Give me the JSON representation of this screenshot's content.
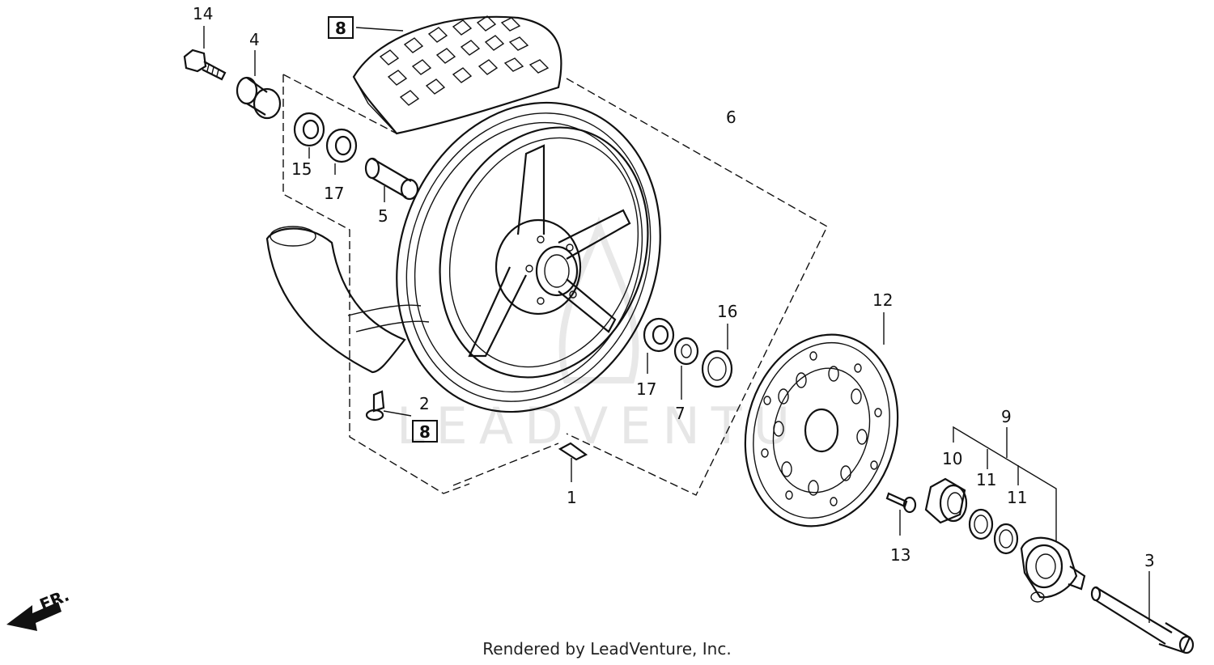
{
  "watermark": "LEADVENTU",
  "credit": "Rendered by LeadVenture, Inc.",
  "direction_label": "FR.",
  "callouts": [
    {
      "id": "1",
      "text": "1"
    },
    {
      "id": "2",
      "text": "2"
    },
    {
      "id": "3",
      "text": "3"
    },
    {
      "id": "4",
      "text": "4"
    },
    {
      "id": "5",
      "text": "5"
    },
    {
      "id": "6",
      "text": "6"
    },
    {
      "id": "7",
      "text": "7"
    },
    {
      "id": "9",
      "text": "9"
    },
    {
      "id": "10",
      "text": "10"
    },
    {
      "id": "11a",
      "text": "11"
    },
    {
      "id": "11b",
      "text": "11"
    },
    {
      "id": "12",
      "text": "12"
    },
    {
      "id": "13",
      "text": "13"
    },
    {
      "id": "14",
      "text": "14"
    },
    {
      "id": "15",
      "text": "15"
    },
    {
      "id": "16",
      "text": "16"
    },
    {
      "id": "17a",
      "text": "17"
    },
    {
      "id": "17b",
      "text": "17"
    }
  ],
  "boxed_callouts": [
    {
      "id": "8a",
      "text": "8"
    },
    {
      "id": "8b",
      "text": "8"
    }
  ]
}
